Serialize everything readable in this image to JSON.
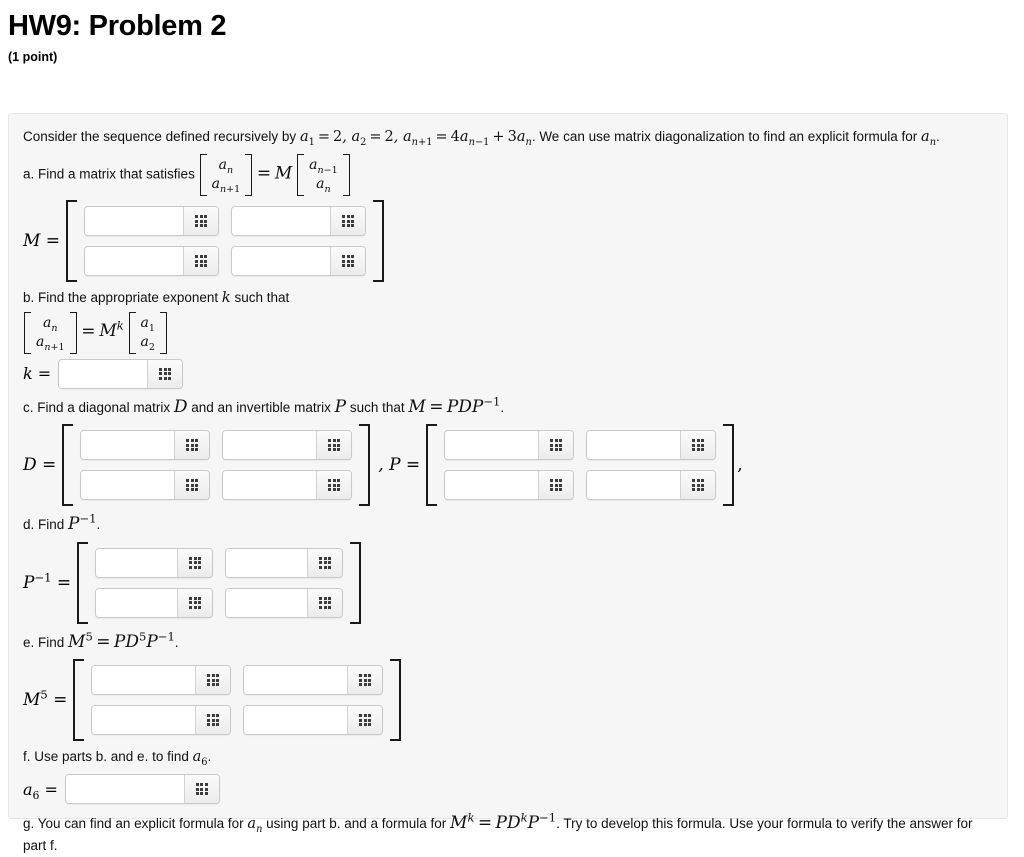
{
  "header": {
    "title": "HW9: Problem 2",
    "points": "(1 point)"
  },
  "problem": {
    "intro_text_1": "Consider the sequence defined recursively by ",
    "intro_math": "a₁ = 2, a₂ = 2, aₙ₊₁ = 4aₙ₋₁ + 3aₙ",
    "intro_text_2": ". We can use matrix diagonalization to find an explicit formula for ",
    "intro_text_3": "aₙ.",
    "recurrence": {
      "a1": "2",
      "a2": "2",
      "formula": "a_{n+1} = 4a_{n-1} + 3a_n"
    },
    "parts": [
      {
        "id": "a",
        "label": "a. Find a matrix that satisfies",
        "equation": "[a_n; a_{n+1}] = M [a_{n-1}; a_n]",
        "answer_label": "M =",
        "answer_type": "matrix-2x2",
        "values": [
          [
            "",
            ""
          ],
          [
            "",
            ""
          ]
        ]
      },
      {
        "id": "b",
        "label": "b. Find the appropriate exponent k such that",
        "equation": "[a_n; a_{n+1}] = M^k [a_1; a_2]",
        "answer_label": "k =",
        "answer_type": "scalar",
        "value": ""
      },
      {
        "id": "c",
        "label": "c. Find a diagonal matrix D and an invertible matrix P such that M = PDP⁻¹.",
        "answer_label_1": "D =",
        "answer_label_2": ", P =",
        "answer_type": "matrix-pair",
        "values_d": [
          [
            "",
            ""
          ],
          [
            "",
            ""
          ]
        ],
        "values_p": [
          [
            "",
            ""
          ],
          [
            "",
            ""
          ]
        ],
        "trailing": ","
      },
      {
        "id": "d",
        "label": "d. Find P⁻¹.",
        "answer_label": "P⁻¹ =",
        "answer_type": "matrix-2x2",
        "values": [
          [
            "",
            ""
          ],
          [
            "",
            ""
          ]
        ]
      },
      {
        "id": "e",
        "label": "e. Find M⁵ = PD⁵P⁻¹.",
        "answer_label": "M⁵ =",
        "answer_type": "matrix-2x2",
        "values": [
          [
            "",
            ""
          ],
          [
            "",
            ""
          ]
        ]
      },
      {
        "id": "f",
        "label": "f. Use parts b. and e. to find a₆.",
        "answer_label": "a₆ =",
        "answer_type": "scalar",
        "value": ""
      },
      {
        "id": "g",
        "label": "g. You can find an explicit formula for aₙ using part b. and a formula for Mᵏ = PDᵏP⁻¹. Try to develop this formula. Use your formula to verify the answer for part f."
      }
    ]
  },
  "text": {
    "intro_a": "Consider the sequence defined recursively by",
    "intro_b": ". We can use matrix diagonalization to find an explicit",
    "intro_c": "formula for",
    "part_a_lead": "a. Find a matrix that satisfies",
    "part_b_lead": "b. Find the appropriate exponent",
    "part_b_tail": "such that",
    "part_c_1": "c. Find a diagonal matrix",
    "part_c_2": "and an invertible matrix",
    "part_c_3": "such that",
    "part_d_1": "d. Find",
    "part_e_1": "e. Find",
    "part_f_1": "f. Use parts b. and e. to find",
    "part_g_1": "g. You can find an explicit formula for",
    "part_g_2": "using part b. and a formula for",
    "part_g_3": ". Try to develop this formula. Use your formula to verify the answer for part f."
  },
  "icons": {
    "keypad": "math-keypad-icon"
  },
  "colors": {
    "panel_bg": "#f6f6f6",
    "panel_border": "#e6e6e6",
    "input_border": "#c9c9c9",
    "button_grad_top": "#fbfbfb",
    "button_grad_bottom": "#ececec",
    "text": "#111111"
  },
  "inputs": {
    "placeholder": ""
  }
}
